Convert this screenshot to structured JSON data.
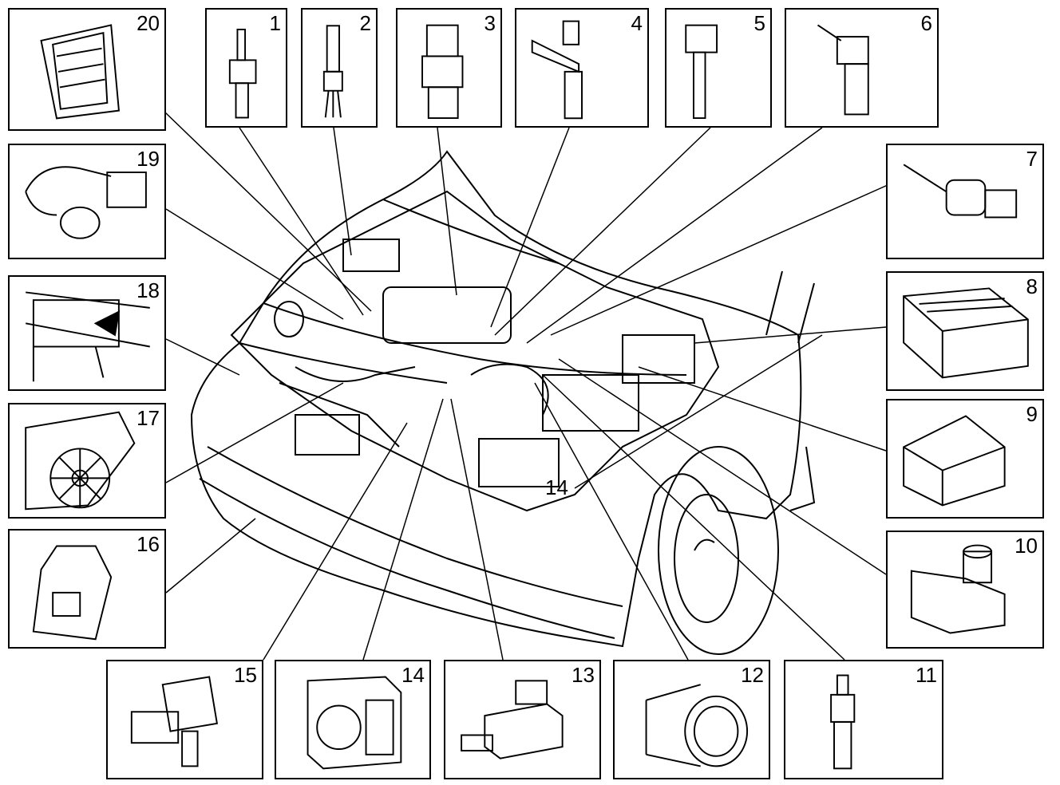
{
  "diagram": {
    "components": [
      {
        "id": "1",
        "label": "1",
        "icon": "temperature-sensor-icon"
      },
      {
        "id": "2",
        "label": "2",
        "icon": "oxygen-sensor-icon"
      },
      {
        "id": "3",
        "label": "3",
        "icon": "pressure-switch-icon"
      },
      {
        "id": "4",
        "label": "4",
        "icon": "fuel-injector-icon"
      },
      {
        "id": "5",
        "label": "5",
        "icon": "ignition-coil-icon"
      },
      {
        "id": "6",
        "label": "6",
        "icon": "camshaft-sensor-icon"
      },
      {
        "id": "7",
        "label": "7",
        "icon": "sensor-probe-icon"
      },
      {
        "id": "8",
        "label": "8",
        "icon": "relay-box-icon"
      },
      {
        "id": "9",
        "label": "9",
        "icon": "relay-icon"
      },
      {
        "id": "10",
        "label": "10",
        "icon": "idle-valve-icon"
      },
      {
        "id": "11",
        "label": "11",
        "icon": "coolant-sensor-icon"
      },
      {
        "id": "12",
        "label": "12",
        "icon": "mass-airflow-sensor-icon"
      },
      {
        "id": "13",
        "label": "13",
        "icon": "solenoid-valve-icon"
      },
      {
        "id": "14",
        "label": "14",
        "icon": "throttle-body-icon"
      },
      {
        "id": "15",
        "label": "15",
        "icon": "map-sensor-icon"
      },
      {
        "id": "16",
        "label": "16",
        "icon": "crash-sensor-icon"
      },
      {
        "id": "17",
        "label": "17",
        "icon": "fan-icon"
      },
      {
        "id": "18",
        "label": "18",
        "icon": "pedal-sensor-icon"
      },
      {
        "id": "19",
        "label": "19",
        "icon": "knock-sensor-icon"
      },
      {
        "id": "20",
        "label": "20",
        "icon": "control-module-icon"
      }
    ],
    "center_label": "14",
    "center_icon": "car-engine-bay-icon"
  }
}
